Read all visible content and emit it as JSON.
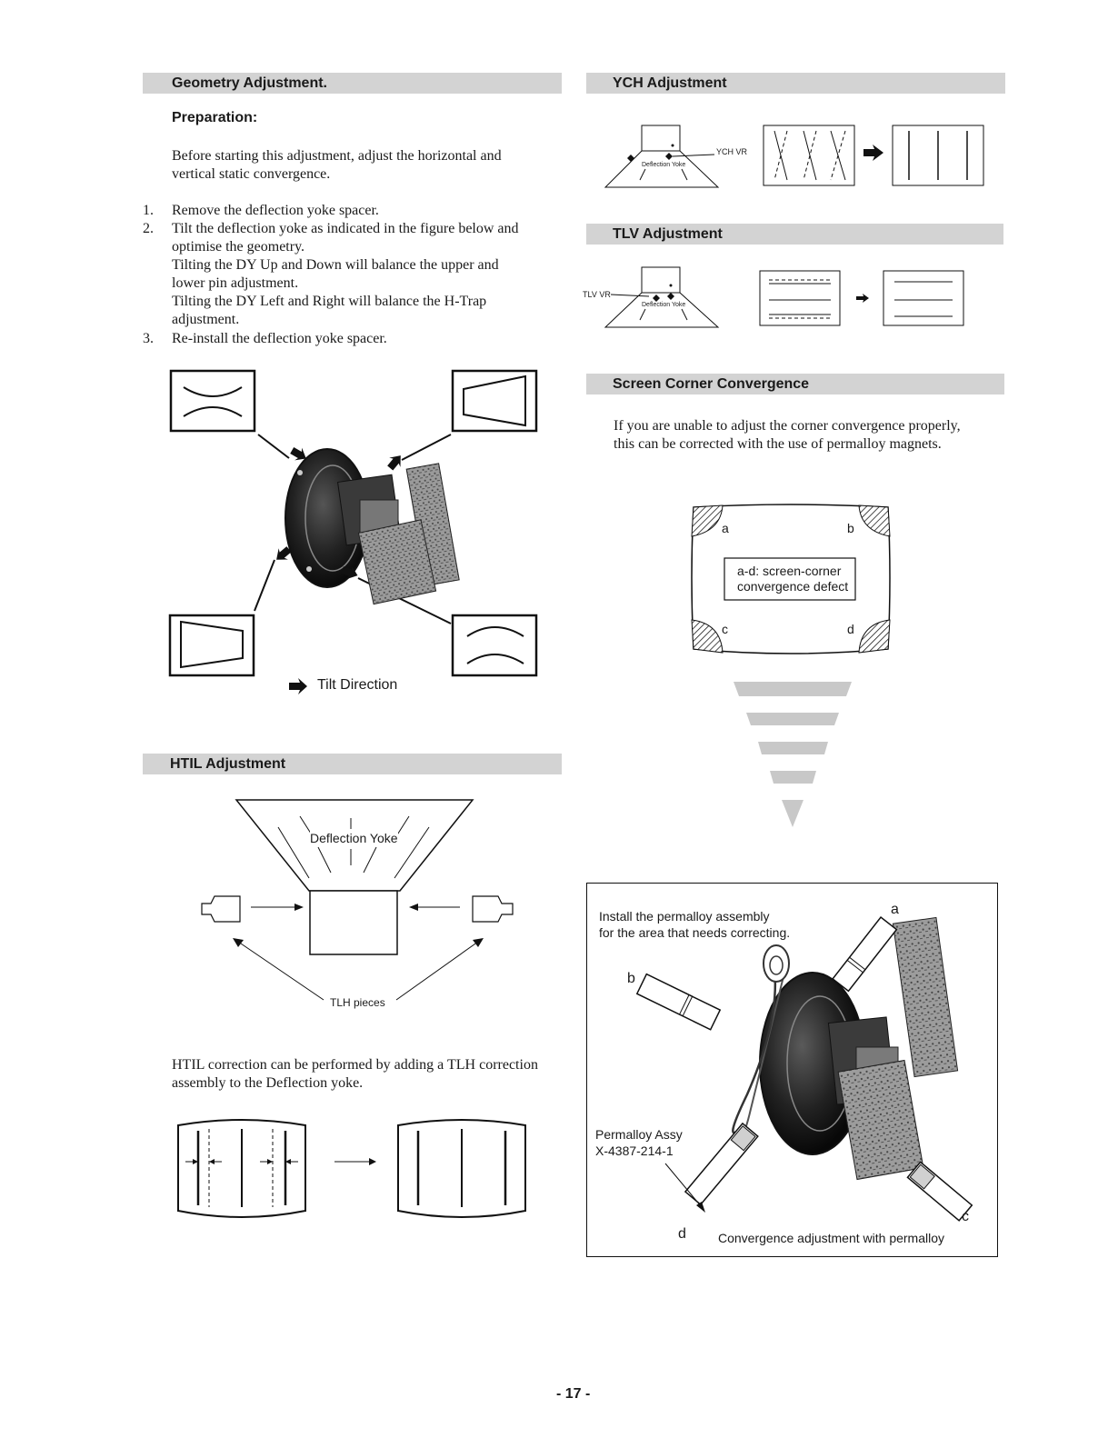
{
  "geometry": {
    "title": "Geometry Adjustment.",
    "prep_heading": "Preparation:",
    "prep_text_1": "Before starting this adjustment, adjust the horizontal and",
    "prep_text_2": "vertical static convergence.",
    "steps": [
      {
        "num": "1.",
        "lines": [
          "Remove the deflection yoke spacer."
        ]
      },
      {
        "num": "2.",
        "lines": [
          "Tilt the deflection yoke as indicated in the figure below and",
          "optimise the geometry.",
          "Tilting the DY Up and Down will balance the upper and",
          "lower pin adjustment.",
          "Tilting the DY Left and Right will balance the H-Trap",
          "adjustment."
        ]
      },
      {
        "num": "3.",
        "lines": [
          "Re-install the deflection yoke spacer."
        ]
      }
    ],
    "tilt_label": "Tilt Direction"
  },
  "htil": {
    "title": "HTIL Adjustment",
    "yoke_label": "Deflection Yoke",
    "pieces_label": "TLH pieces",
    "text_1": "HTIL correction can be performed by adding a TLH correction",
    "text_2": "assembly to the Deflection yoke."
  },
  "ych": {
    "title": "YCH Adjustment",
    "vr_label": "YCH VR",
    "yoke_label": "Deflection Yoke"
  },
  "tlv": {
    "title": "TLV Adjustment",
    "vr_label": "TLV VR",
    "yoke_label": "Deflection Yoke"
  },
  "corner": {
    "title": "Screen  Corner  Convergence",
    "text_1": "If you are unable to adjust the corner convergence properly,",
    "text_2": "this can be corrected with the use of permalloy magnets.",
    "corner_a": "a",
    "corner_b": "b",
    "corner_c": "c",
    "corner_d": "d",
    "defect_1": "a-d: screen-corner",
    "defect_2": "convergence defect"
  },
  "permalloy": {
    "install_1": "Install the permalloy assembly",
    "install_2": "for the area that needs correcting.",
    "label_a": "a",
    "label_b": "b",
    "label_c": "c",
    "label_d": "d",
    "assy_1": "Permalloy Assy",
    "assy_2": "X-4387-214-1",
    "caption": "Convergence adjustment with permalloy"
  },
  "footer": {
    "page_number": "- 17 -"
  }
}
